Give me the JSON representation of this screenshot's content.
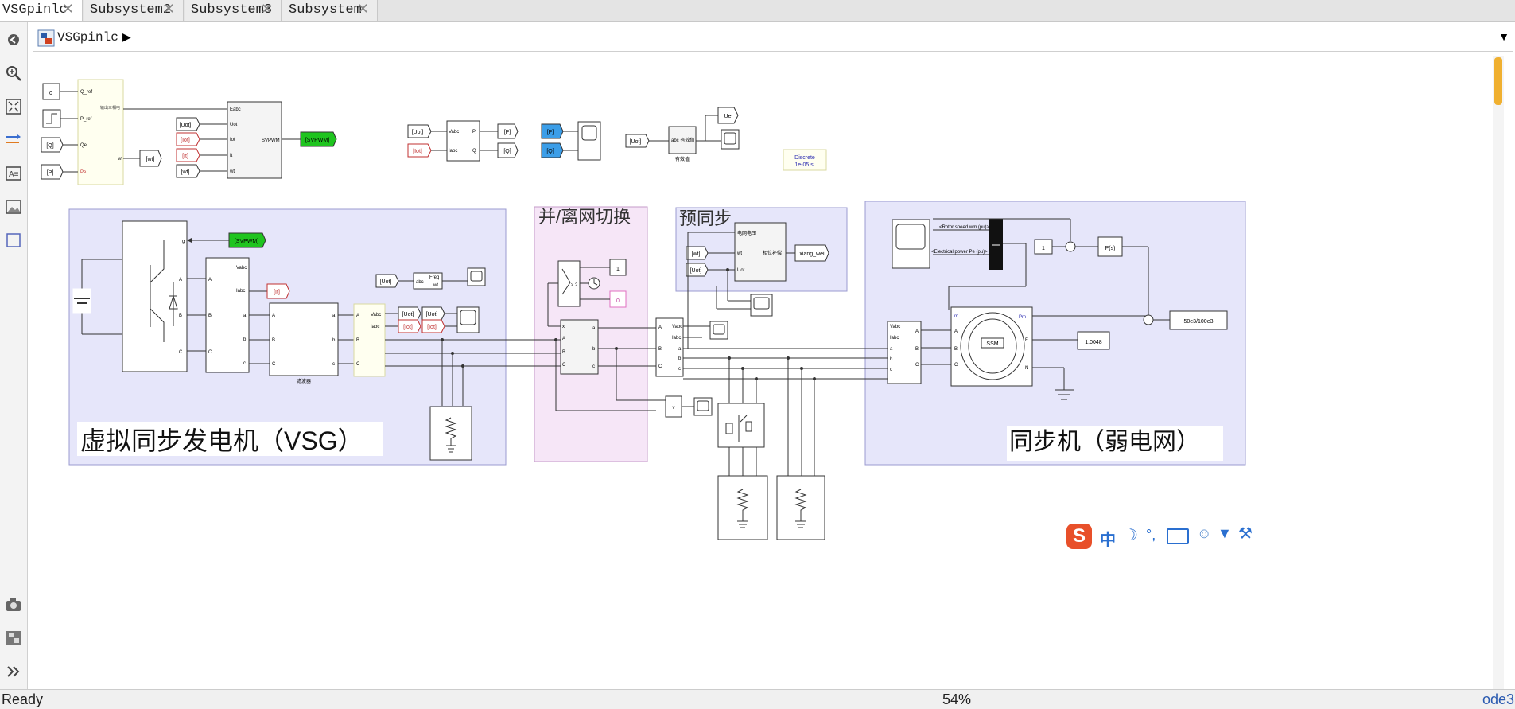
{
  "tabs": [
    {
      "label": "VSGpinlc"
    },
    {
      "label": "Subsystem2"
    },
    {
      "label": "Subsystem3"
    },
    {
      "label": "Subsystem"
    }
  ],
  "tab_close": "✕",
  "address": {
    "model": "VSGpinlc"
  },
  "status": {
    "state": "Ready",
    "zoom": "54%",
    "solver": "ode3"
  },
  "toolbar_icons": [
    "back-icon",
    "zoom-in-icon",
    "fit-view-icon",
    "signal-lines-icon",
    "annotation-icon",
    "image-icon",
    "area-icon",
    "camera-icon",
    "model-browser-icon",
    "expand-icon"
  ],
  "areas": {
    "vsg": "虚拟同步发电机（VSG）",
    "switch": "并/离网切换",
    "presync": "预同步",
    "grid": "同步机（弱电网）"
  },
  "ime_bar": [
    "中",
    "°,"
  ],
  "blocks": {
    "const_0": "0",
    "q_ref": "Q_ref",
    "p_ref": "P_ref",
    "qe": "Qe",
    "pe": "Pe",
    "wt_port": "wt",
    "ctrl_note": "输出三相电",
    "from_q": "[Q]",
    "from_p": "[P]",
    "goto_wt": "[wt]",
    "from_uot": "[Uot]",
    "from_iot": "[Iot]",
    "from_it": "[It]",
    "from_wt": "[wt]",
    "eabc": "Eabc",
    "uot": "Uot",
    "iot": "Iot",
    "it": "It",
    "wt": "wt",
    "svpwm": "SVPWM",
    "goto_svpwm": "[SVPWM]",
    "pq_from_uot": "[Uot]",
    "pq_from_iot": "[Iot]",
    "vabc": "Vabc",
    "iabc": "Iabc",
    "P": "P",
    "Q": "Q",
    "goto_P": "[P]",
    "goto_Q": "[Q]",
    "from_P_blue": "[P]",
    "from_Q_blue": "[Q]",
    "ue": "Ue",
    "rms_from_uot": "[Uot]",
    "rms_label": "abc 有效值",
    "rms_caption": "有效值",
    "powergui_1": "Discrete",
    "powergui_2": "1e-05 s.",
    "svpwm_from": "[SVPWM]",
    "g": "g",
    "freq": "Freq",
    "abc": "abc",
    "it_goto": "[It]",
    "filter_caption": "滤波器",
    "vsg_uot_goto": "[Uot]",
    "vsg_iot_goto": "[Iot]",
    "vsg_uot_goto2": "[Uot]",
    "vsg_iot_goto2": "[Iot]",
    "from_uot_freq": "[Uot]",
    "const_1": "1",
    "const_0b": "0",
    "cmp": "> 2",
    "grid_volt": "电网电压",
    "phase_comp": "相位补偿",
    "xiang_wei": "xiang_wei",
    "ps_wt": "[wt]",
    "ps_uot": "[Uot]",
    "rotor_speed": "<Rotor speed wm (pu)>",
    "elec_power": "<Electrical power Pe (pu)>",
    "const_one": "1",
    "ps": "P(s)",
    "ratio": "50e3/100e3",
    "v10048": "1.0048",
    "ssm": "SSM",
    "pm": "Pm",
    "m": "m",
    "e": "E",
    "n": "N",
    "a": "a",
    "b": "b",
    "c": "c",
    "A": "A",
    "B": "B",
    "C": "C",
    "v": "v",
    "x": "x"
  }
}
